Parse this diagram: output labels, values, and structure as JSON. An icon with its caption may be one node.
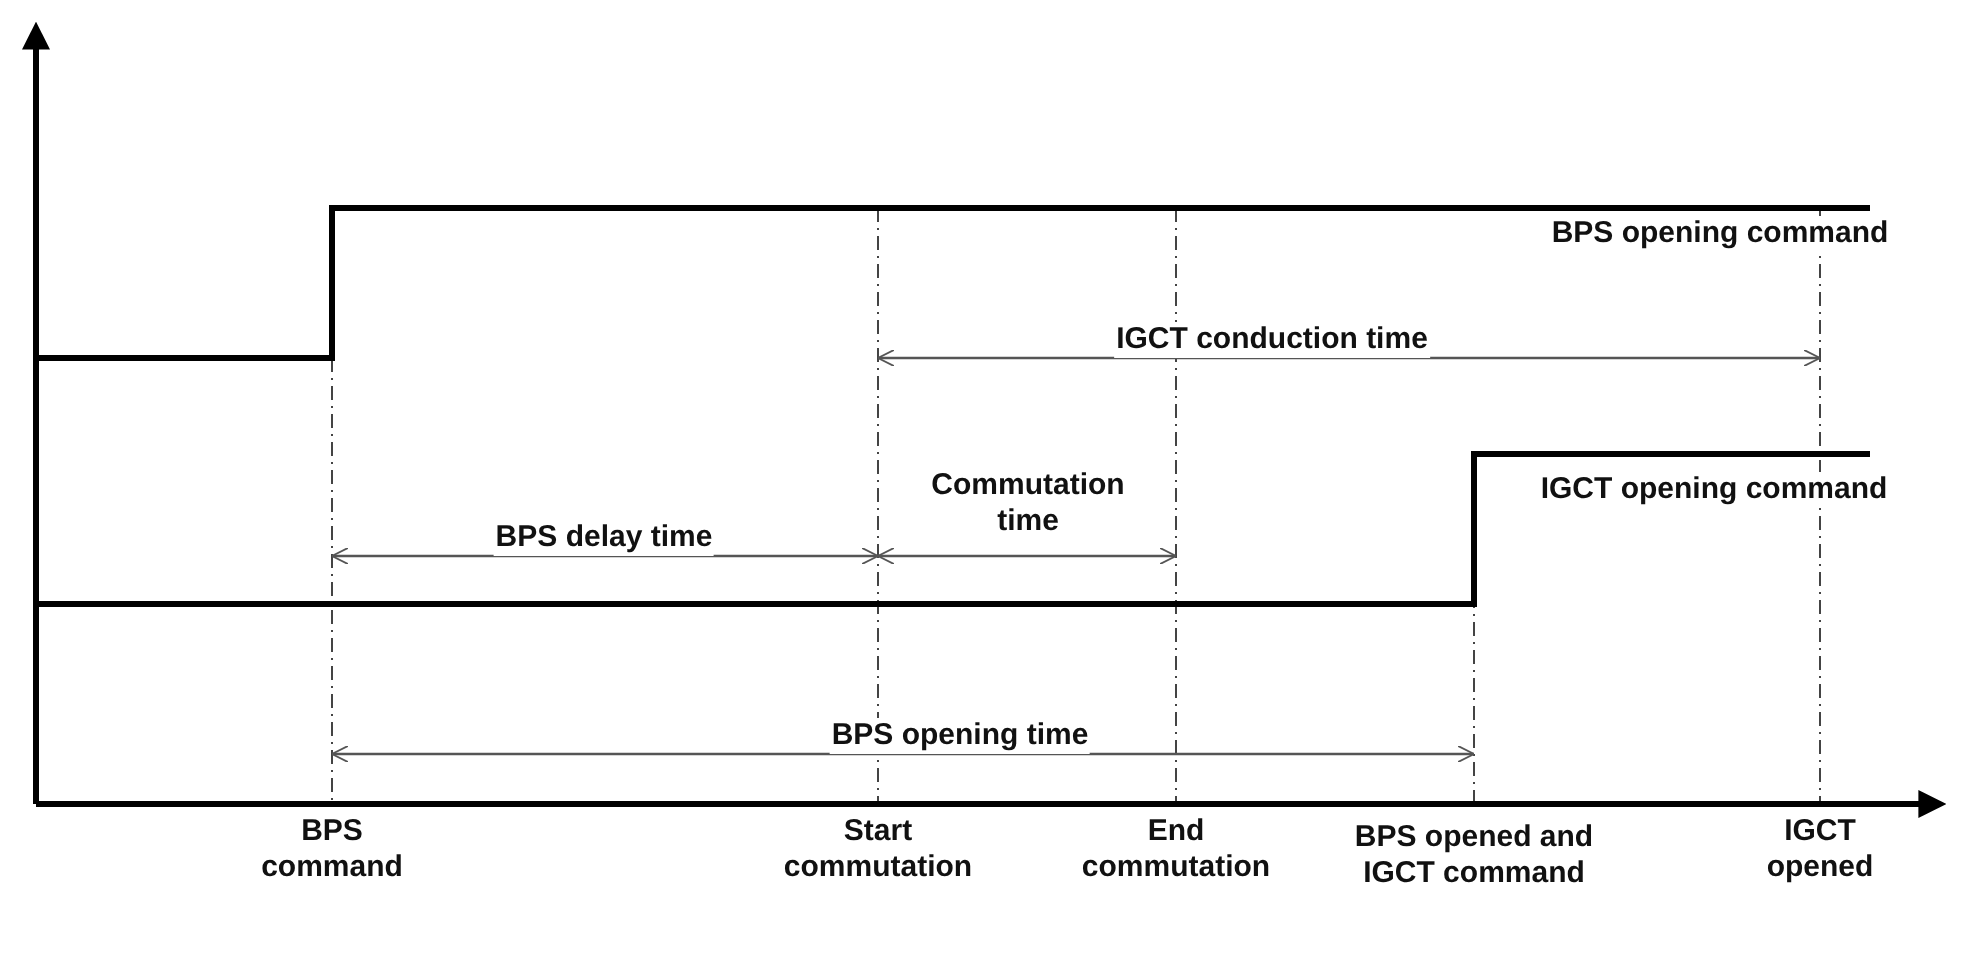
{
  "diagram": {
    "labels": [
      "BPS opening command",
      "IGCT conduction time",
      "Commutation time",
      "IGCT opening command",
      "BPS delay time",
      "BPS opening time",
      "BPS command",
      "Start commutation",
      "End commutation",
      "BPS opened and IGCT command",
      "IGCT opened"
    ]
  }
}
